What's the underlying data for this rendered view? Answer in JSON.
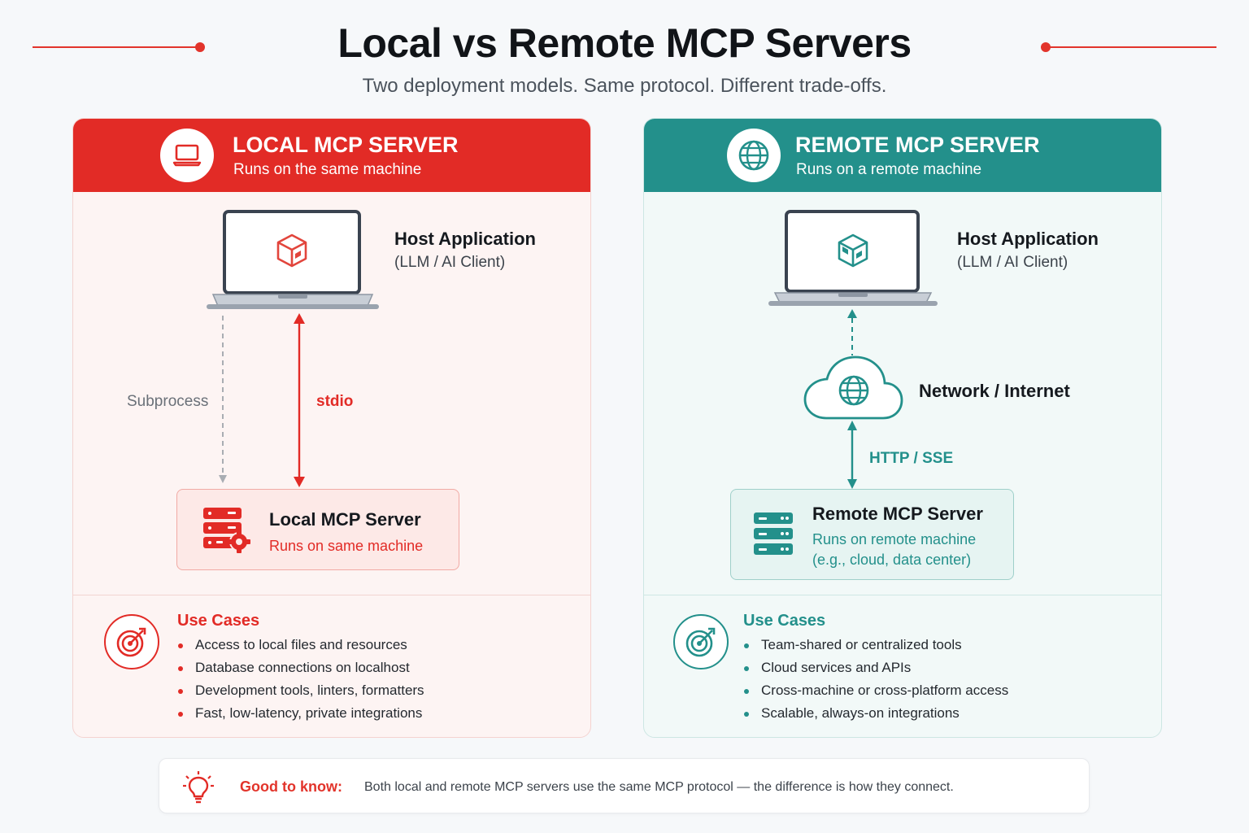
{
  "page": {
    "title": "Local vs Remote MCP Servers",
    "subtitle": "Two deployment models. Same protocol. Different trade-offs."
  },
  "colors": {
    "local_accent": "#e22b26",
    "remote_accent": "#23908b"
  },
  "local": {
    "header_title": "LOCAL MCP SERVER",
    "header_sub": "Runs on the same machine",
    "header_icon": "laptop-icon",
    "host_title": "Host Application",
    "host_sub": "(LLM / AI Client)",
    "subprocess_label": "Subprocess",
    "stdio_label": "stdio",
    "server_title": "Local MCP Server",
    "server_sub": "Runs on same machine",
    "use_cases_title": "Use Cases",
    "use_cases": [
      "Access to local files and resources",
      "Database connections on localhost",
      "Development tools, linters, formatters",
      "Fast, low-latency, private integrations"
    ]
  },
  "remote": {
    "header_title": "REMOTE MCP SERVER",
    "header_sub": "Runs on a remote machine",
    "header_icon": "globe-icon",
    "host_title": "Host Application",
    "host_sub": "(LLM / AI Client)",
    "network_label": "Network / Internet",
    "http_label": "HTTP / SSE",
    "server_title": "Remote MCP Server",
    "server_sub_line1": "Runs on remote machine",
    "server_sub_line2": "(e.g., cloud, data center)",
    "use_cases_title": "Use Cases",
    "use_cases": [
      "Team-shared or centralized tools",
      "Cloud services and APIs",
      "Cross-machine or cross-platform access",
      "Scalable, always-on integrations"
    ]
  },
  "note": {
    "label": "Good to know:",
    "text": "Both local and remote MCP servers use the same MCP protocol — the difference is how they connect.",
    "icon": "lightbulb-icon"
  }
}
